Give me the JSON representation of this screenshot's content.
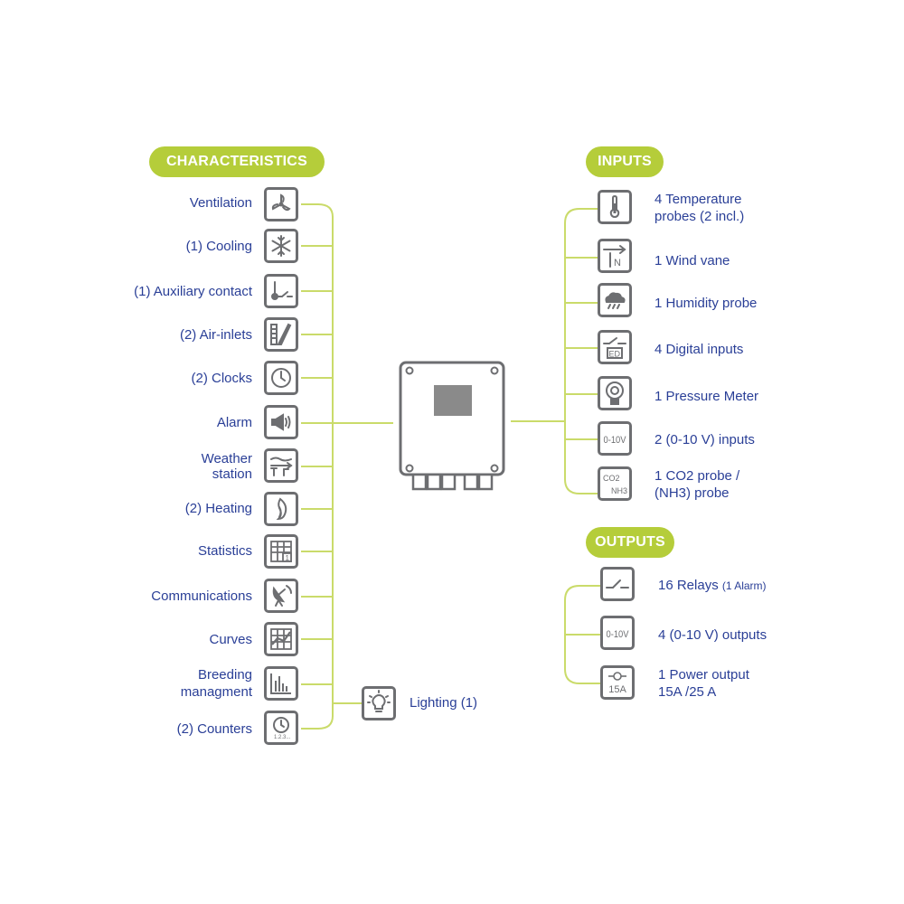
{
  "headers": {
    "characteristics": "CHARACTERISTICS",
    "inputs": "INPUTS",
    "outputs": "OUTPUTS"
  },
  "characteristics": [
    {
      "line1": "Ventilation",
      "icon": "fan-icon"
    },
    {
      "line1": "(1) Cooling",
      "icon": "snowflake-icon"
    },
    {
      "line1": "(1) Auxiliary contact",
      "icon": "thermometer-contact-icon"
    },
    {
      "line1": "(2) Air-inlets",
      "icon": "air-inlet-icon"
    },
    {
      "line1": "(2) Clocks",
      "icon": "clock-icon"
    },
    {
      "line1": "Alarm",
      "icon": "megaphone-icon"
    },
    {
      "line1": "Weather",
      "line2": "station",
      "icon": "weather-station-icon"
    },
    {
      "line1": "(2) Heating",
      "icon": "flame-icon"
    },
    {
      "line1": "Statistics",
      "icon": "statistics-icon"
    },
    {
      "line1": "Communications",
      "icon": "satellite-dish-icon"
    },
    {
      "line1": "Curves",
      "icon": "curves-grid-icon"
    },
    {
      "line1": "Breeding",
      "line2": "managment",
      "icon": "bar-chart-icon"
    },
    {
      "line1": "(2) Counters",
      "icon": "counter-icon"
    }
  ],
  "lighting": {
    "label": "Lighting (1)",
    "icon": "light-bulb-icon"
  },
  "inputs": [
    {
      "line1": "4 Temperature",
      "line2": "probes (2 incl.)",
      "icon": "thermometer-icon"
    },
    {
      "line1": "1 Wind vane",
      "icon": "wind-vane-icon"
    },
    {
      "line1": "1 Humidity probe",
      "icon": "humidity-cloud-icon"
    },
    {
      "line1": "4 Digital inputs",
      "icon": "digital-input-icon"
    },
    {
      "line1": "1 Pressure Meter",
      "icon": "pressure-gauge-icon"
    },
    {
      "line1": "2 (0-10 V) inputs",
      "icon": "voltage-0-10v-icon",
      "glyph": "0-10V"
    },
    {
      "line1": "1 CO2 probe /",
      "line2": "(NH3) probe",
      "icon": "co2-nh3-icon",
      "glyph1": "CO2",
      "glyph2": "NH3"
    }
  ],
  "outputs": [
    {
      "main": "16 Relays",
      "small": "(1 Alarm)",
      "icon": "relay-switch-icon"
    },
    {
      "line1": "4 (0-10 V) outputs",
      "icon": "voltage-0-10v-icon",
      "glyph": "0-10V"
    },
    {
      "line1": "1 Power output",
      "line2": "15A /25 A",
      "icon": "power-output-icon",
      "glyph": "15A"
    }
  ],
  "colors": {
    "accent_green": "#b5cd3a",
    "line_green": "#cadb6a",
    "label_blue": "#2a3f97",
    "icon_gray": "#6d6e71",
    "screen_gray": "#8a8a8a"
  }
}
